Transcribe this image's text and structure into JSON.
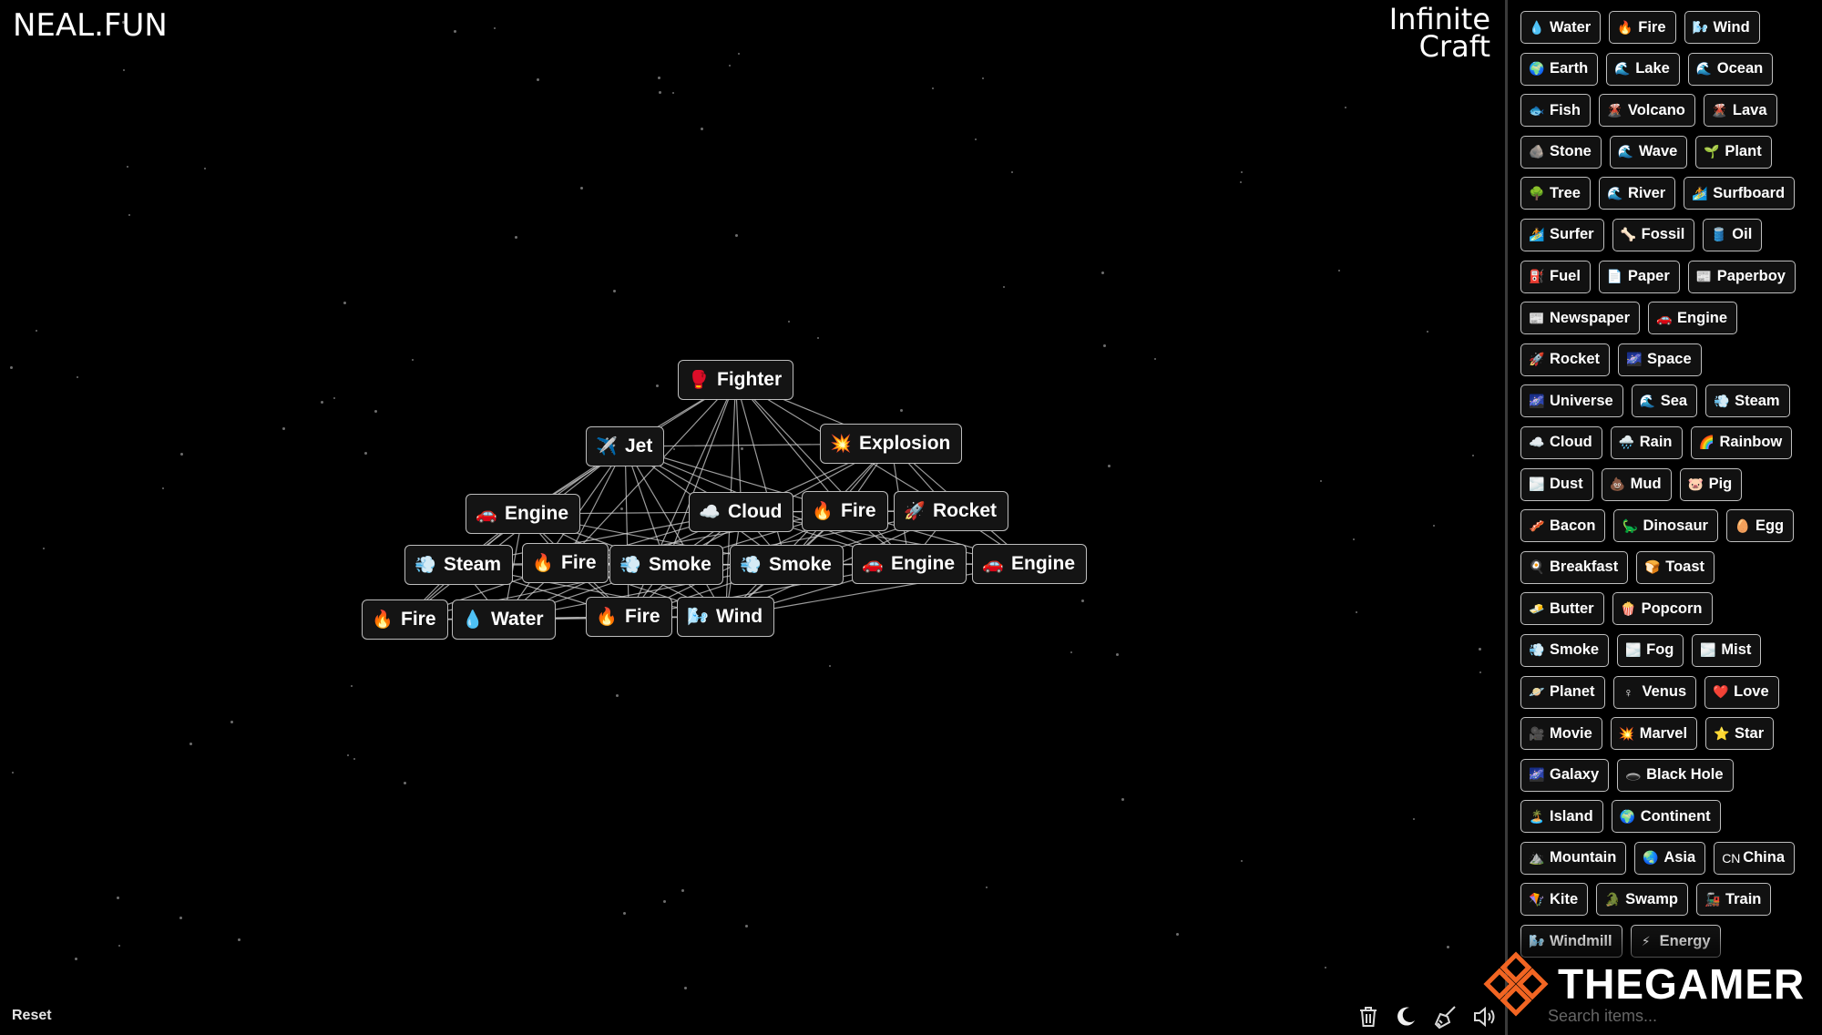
{
  "logo": {
    "neal": "NEAL.FUN",
    "title_line1": "Infinite",
    "title_line2": "Craft"
  },
  "board": {
    "elements": [
      {
        "label": "Fighter",
        "icon": "🥊"
      },
      {
        "label": "Jet",
        "icon": "✈️"
      },
      {
        "label": "Explosion",
        "icon": "💥"
      },
      {
        "label": "Engine",
        "icon": "🚗"
      },
      {
        "label": "Cloud",
        "icon": "☁️"
      },
      {
        "label": "Fire",
        "icon": "🔥"
      },
      {
        "label": "Rocket",
        "icon": "🚀"
      },
      {
        "label": "Steam",
        "icon": "💨"
      },
      {
        "label": "Fire",
        "icon": "🔥"
      },
      {
        "label": "Smoke",
        "icon": "💨"
      },
      {
        "label": "Smoke",
        "icon": "💨"
      },
      {
        "label": "Engine",
        "icon": "🚗"
      },
      {
        "label": "Engine",
        "icon": "🚗"
      },
      {
        "label": "Fire",
        "icon": "🔥"
      },
      {
        "label": "Water",
        "icon": "💧"
      },
      {
        "label": "Fire",
        "icon": "🔥"
      },
      {
        "label": "Wind",
        "icon": "🌬️"
      }
    ]
  },
  "sidebar": {
    "rows": [
      [
        {
          "label": "Water",
          "icon": "💧"
        },
        {
          "label": "Fire",
          "icon": "🔥"
        },
        {
          "label": "Wind",
          "icon": "🌬️"
        }
      ],
      [
        {
          "label": "Earth",
          "icon": "🌍"
        },
        {
          "label": "Lake",
          "icon": "🌊"
        },
        {
          "label": "Ocean",
          "icon": "🌊"
        }
      ],
      [
        {
          "label": "Fish",
          "icon": "🐟"
        },
        {
          "label": "Volcano",
          "icon": "🌋"
        },
        {
          "label": "Lava",
          "icon": "🌋"
        }
      ],
      [
        {
          "label": "Stone",
          "icon": "🪨"
        },
        {
          "label": "Wave",
          "icon": "🌊"
        },
        {
          "label": "Plant",
          "icon": "🌱"
        }
      ],
      [
        {
          "label": "Tree",
          "icon": "🌳"
        },
        {
          "label": "River",
          "icon": "🌊"
        },
        {
          "label": "Surfboard",
          "icon": "🏄"
        }
      ],
      [
        {
          "label": "Surfer",
          "icon": "🏄"
        },
        {
          "label": "Fossil",
          "icon": "🦴"
        },
        {
          "label": "Oil",
          "icon": "🛢️"
        }
      ],
      [
        {
          "label": "Fuel",
          "icon": "⛽"
        },
        {
          "label": "Paper",
          "icon": "📄"
        },
        {
          "label": "Paperboy",
          "icon": "📰"
        }
      ],
      [
        {
          "label": "Newspaper",
          "icon": "📰"
        },
        {
          "label": "Engine",
          "icon": "🚗"
        }
      ],
      [
        {
          "label": "Rocket",
          "icon": "🚀"
        },
        {
          "label": "Space",
          "icon": "🌌"
        }
      ],
      [
        {
          "label": "Universe",
          "icon": "🌌"
        },
        {
          "label": "Sea",
          "icon": "🌊"
        },
        {
          "label": "Steam",
          "icon": "💨"
        }
      ],
      [
        {
          "label": "Cloud",
          "icon": "☁️"
        },
        {
          "label": "Rain",
          "icon": "🌧️"
        },
        {
          "label": "Rainbow",
          "icon": "🌈"
        }
      ],
      [
        {
          "label": "Dust",
          "icon": "🌫️"
        },
        {
          "label": "Mud",
          "icon": "💩"
        },
        {
          "label": "Pig",
          "icon": "🐷"
        }
      ],
      [
        {
          "label": "Bacon",
          "icon": "🥓"
        },
        {
          "label": "Dinosaur",
          "icon": "🦕"
        },
        {
          "label": "Egg",
          "icon": "🥚"
        }
      ],
      [
        {
          "label": "Breakfast",
          "icon": "🍳"
        },
        {
          "label": "Toast",
          "icon": "🍞"
        }
      ],
      [
        {
          "label": "Butter",
          "icon": "🧈"
        },
        {
          "label": "Popcorn",
          "icon": "🍿"
        }
      ],
      [
        {
          "label": "Smoke",
          "icon": "💨"
        },
        {
          "label": "Fog",
          "icon": "🌫️"
        },
        {
          "label": "Mist",
          "icon": "🌫️"
        }
      ],
      [
        {
          "label": "Planet",
          "icon": "🪐"
        },
        {
          "label": "Venus",
          "icon": "♀"
        },
        {
          "label": "Love",
          "icon": "❤️"
        }
      ],
      [
        {
          "label": "Movie",
          "icon": "🎥"
        },
        {
          "label": "Marvel",
          "icon": "💥"
        },
        {
          "label": "Star",
          "icon": "⭐"
        }
      ],
      [
        {
          "label": "Galaxy",
          "icon": "🌌"
        },
        {
          "label": "Black Hole",
          "icon": "🕳️"
        }
      ],
      [
        {
          "label": "Island",
          "icon": "🏝️"
        },
        {
          "label": "Continent",
          "icon": "🌍"
        }
      ],
      [
        {
          "label": "Mountain",
          "icon": "⛰️"
        },
        {
          "label": "Asia",
          "icon": "🌏"
        },
        {
          "label": "China",
          "icon": "CN"
        }
      ],
      [
        {
          "label": "Kite",
          "icon": "🪁"
        },
        {
          "label": "Swamp",
          "icon": "🐊"
        },
        {
          "label": "Train",
          "icon": "🚂"
        }
      ],
      [
        {
          "label": "Windmill",
          "icon": "🌬️"
        },
        {
          "label": "Energy",
          "icon": "⚡"
        }
      ]
    ],
    "search_placeholder": "Search items..."
  },
  "watermark": {
    "text": "THEGAMER",
    "color": "#f26522"
  },
  "footer": {
    "reset": "Reset"
  }
}
